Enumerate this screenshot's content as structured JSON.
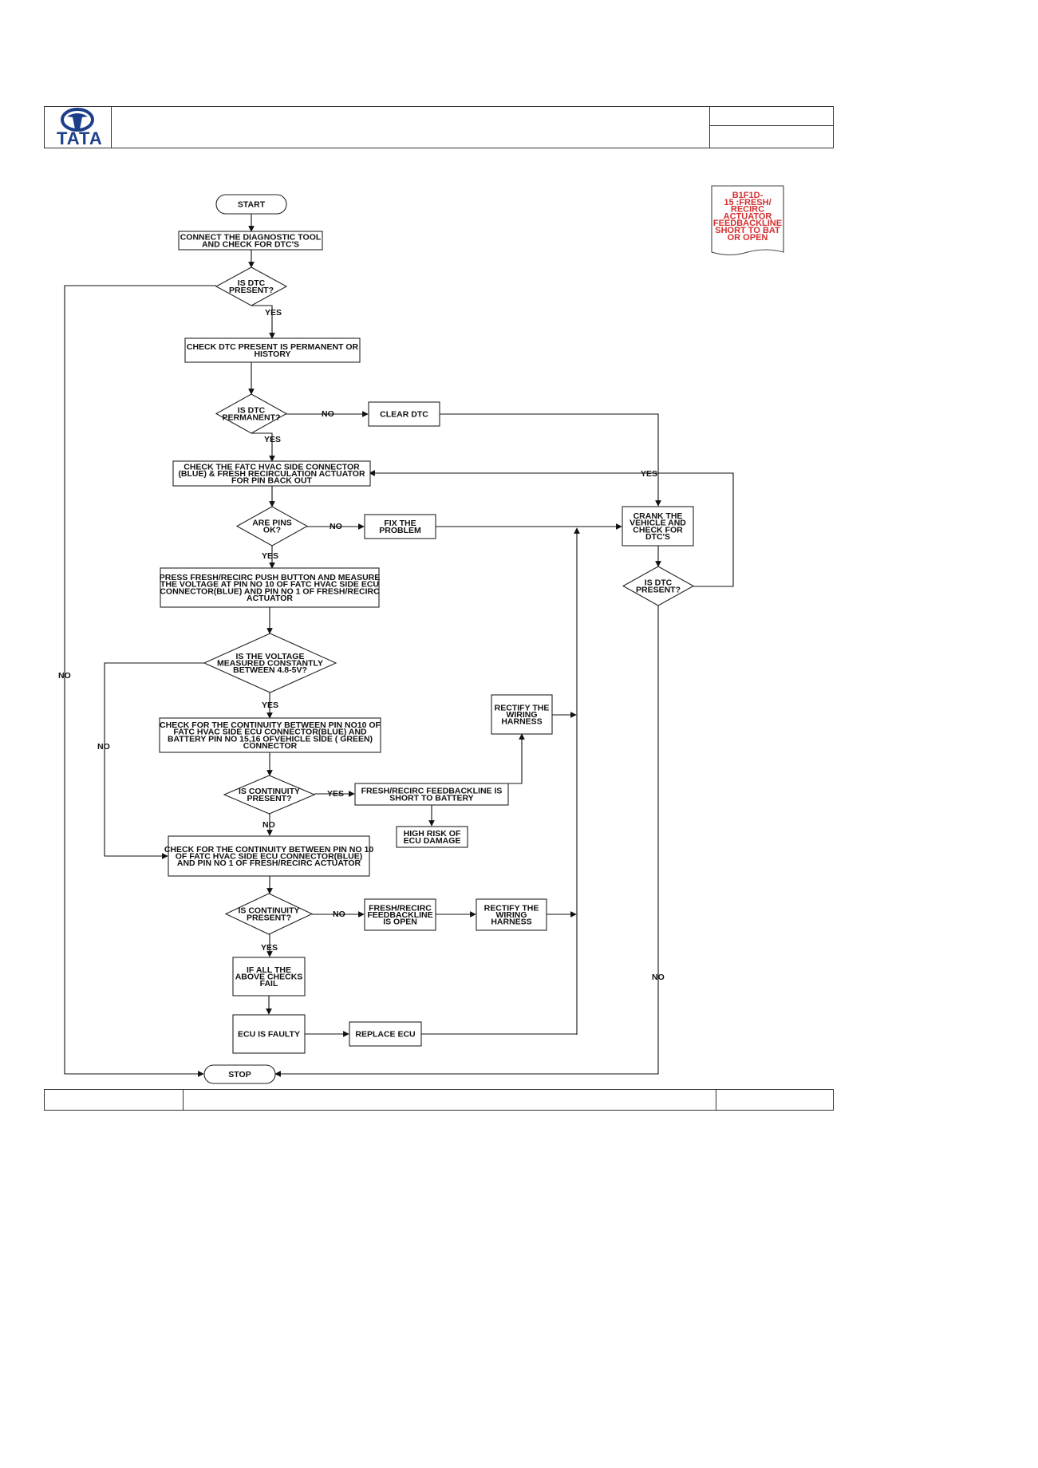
{
  "header": {
    "logo_text": "TATA",
    "brand_color": "#1d3f8a"
  },
  "dtc_tag": {
    "lines": [
      "B1F1D-",
      "15 :FRESH/",
      "RECIRC",
      "ACTUATOR",
      "FEEDBACKLINE",
      "SHORT TO BAT",
      "OR OPEN"
    ],
    "color": "#d32f2f"
  },
  "nodes": {
    "start": [
      "START"
    ],
    "connect": [
      "CONNECT THE DIAGNOSTIC TOOL",
      "AND CHECK FOR  DTC'S"
    ],
    "is_dtc1": [
      "IS  DTC",
      "PRESENT?"
    ],
    "check_perm": [
      "CHECK DTC  PRESENT IS PERMANENT OR",
      "HISTORY"
    ],
    "is_perm": [
      "IS  DTC",
      "PERMANENT?"
    ],
    "clear_dtc": [
      "CLEAR DTC"
    ],
    "check_conn": [
      "CHECK THE FATC HVAC SIDE CONNECTOR",
      "(BLUE) & FRESH RECIRCULATION ACTUATOR",
      "FOR PIN BACK OUT"
    ],
    "pins_ok": [
      "ARE PINS",
      "OK?"
    ],
    "fix": [
      "FIX THE",
      "PROBLEM"
    ],
    "crank": [
      "CRANK THE",
      "VEHICLE AND",
      "CHECK FOR",
      "DTC'S"
    ],
    "is_dtc2": [
      "IS  DTC",
      "PRESENT?"
    ],
    "press": [
      "PRESS FRESH/RECIRC PUSH BUTTON AND MEASURE",
      "THE VOLTAGE AT PIN NO 10 OF FATC HVAC SIDE ECU",
      "CONNECTOR(BLUE) AND PIN NO 1 OF FRESH/RECIRC",
      "ACTUATOR"
    ],
    "is_voltage": [
      "IS  THE VOLTAGE",
      "MEASURED CONSTANTLY",
      "BETWEEN 4.8-5V?"
    ],
    "rectify1": [
      "RECTIFY THE",
      "WIRING",
      "HARNESS"
    ],
    "check_cont_bat": [
      "CHECK FOR THE CONTINUITY BETWEEN PIN NO10 OF",
      "FATC HVAC SIDE ECU CONNECTOR(BLUE) AND",
      "BATTERY PIN NO 15,16 OFVEHICLE SIDE ( GREEN)",
      "CONNECTOR"
    ],
    "is_cont1": [
      "IS CONTINUITY",
      "PRESENT?"
    ],
    "short_bat": [
      "FRESH/RECIRC FEEDBACKLINE IS",
      "SHORT TO BATTERY"
    ],
    "high_risk": [
      "HIGH RISK OF",
      "ECU DAMAGE"
    ],
    "check_cont_act": [
      "CHECK FOR THE CONTINUITY BETWEEN PIN NO 10",
      "OF  FATC HVAC SIDE ECU CONNECTOR(BLUE)",
      "AND PIN NO 1 OF FRESH/RECIRC ACTUATOR"
    ],
    "is_cont2": [
      "IS CONTINUITY",
      "PRESENT?"
    ],
    "open": [
      "FRESH/RECIRC",
      "FEEDBACKLINE",
      "IS OPEN"
    ],
    "rectify2": [
      "RECTIFY THE",
      "WIRING",
      "HARNESS"
    ],
    "all_fail": [
      "IF ALL THE",
      "ABOVE CHECKS",
      "FAIL"
    ],
    "ecu_faulty": [
      "ECU IS FAULTY"
    ],
    "replace": [
      "REPLACE ECU"
    ],
    "stop": [
      "STOP"
    ]
  },
  "labels": {
    "yes1": "YES",
    "yes2": "YES",
    "no_perm": "NO",
    "yes_loop": "YES",
    "no_pins": "NO",
    "yes_pins": "YES",
    "no_left_outer": "NO",
    "no_volt": "NO",
    "yes_volt": "YES",
    "yes_cont1": "YES",
    "no_cont1": "NO",
    "no_cont2": "NO",
    "yes_cont2": "YES",
    "no_dtc2": "NO"
  }
}
